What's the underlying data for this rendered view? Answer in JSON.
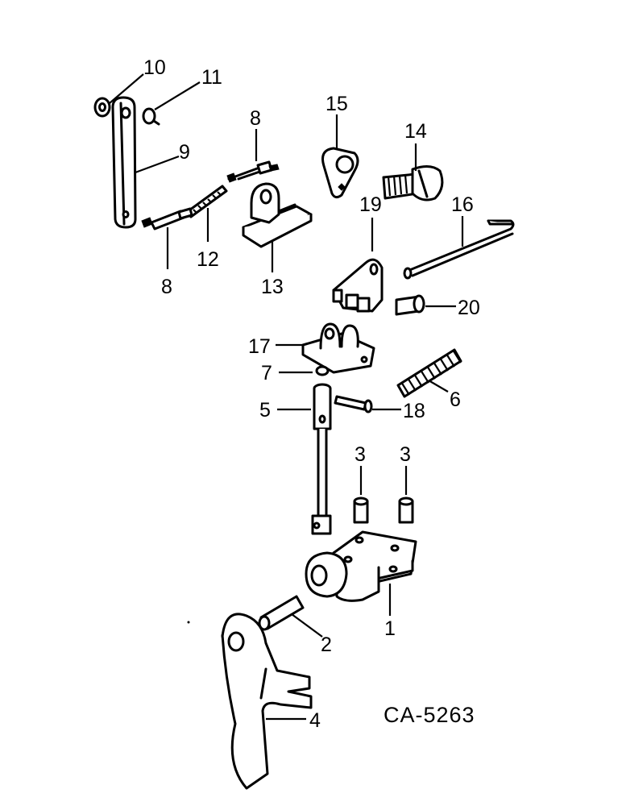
{
  "diagram_id": "CA-5263",
  "callouts": {
    "c10": "10",
    "c11": "11",
    "c9": "9",
    "c8_upper": "8",
    "c8_lower": "8",
    "c12": "12",
    "c13": "13",
    "c15": "15",
    "c14": "14",
    "c19": "19",
    "c16": "16",
    "c20": "20",
    "c17": "17",
    "c7": "7",
    "c6": "6",
    "c5": "5",
    "c18": "18",
    "c3_left": "3",
    "c3_right": "3",
    "c1": "1",
    "c2": "2",
    "c4": "4"
  }
}
